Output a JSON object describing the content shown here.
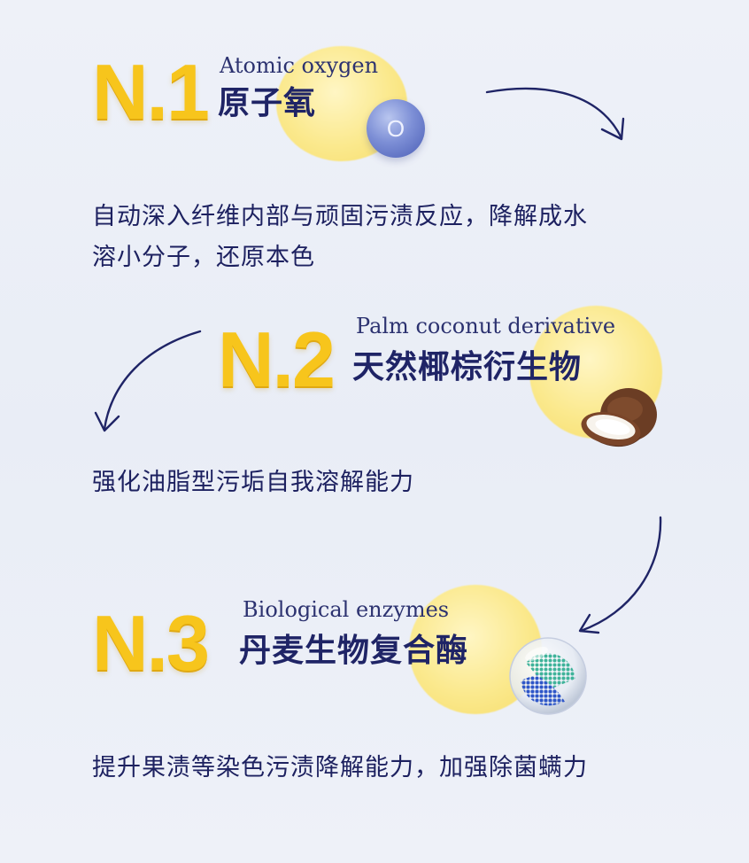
{
  "items": [
    {
      "number": "N.1",
      "en_title": "Atomic oxygen",
      "cn_title": "原子氧",
      "icon_label": "O",
      "description_lines": [
        "自动深入纤维内部与顽固污渍反应，降解成水",
        "溶小分子，还原本色"
      ]
    },
    {
      "number": "N.2",
      "en_title": "Palm coconut derivative",
      "cn_title": "天然椰棕衍生物",
      "description_lines": [
        "强化油脂型污垢自我溶解能力"
      ]
    },
    {
      "number": "N.3",
      "en_title": "Biological enzymes",
      "cn_title": "丹麦生物复合酶",
      "description_lines": [
        "提升果渍等染色污渍降解能力，加强除菌螨力"
      ]
    }
  ],
  "colors": {
    "number": "#f7c51c",
    "title": "#1f2466",
    "arrow": "#1f2466",
    "blob": "#fbe98d"
  }
}
